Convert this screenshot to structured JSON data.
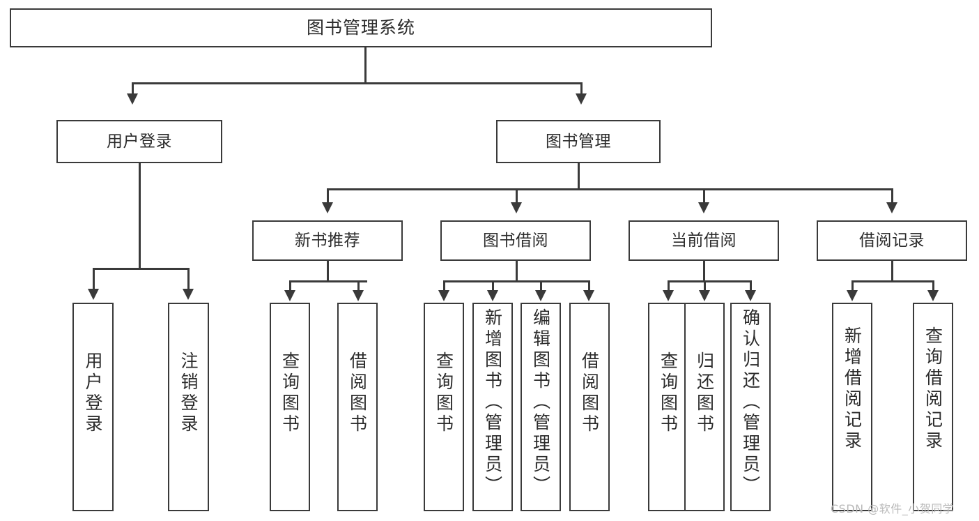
{
  "diagram": {
    "title": "图书管理系统",
    "type": "tree-hierarchy-chart",
    "watermark": "CSDN @软件_小贺同学"
  },
  "nodes": {
    "root": {
      "label": "图书管理系统"
    },
    "level2": [
      {
        "id": "user-login",
        "label": "用户登录"
      },
      {
        "id": "book-manage",
        "label": "图书管理"
      }
    ],
    "level3": [
      {
        "id": "new-book-recommend",
        "label": "新书推荐"
      },
      {
        "id": "book-borrow",
        "label": "图书借阅"
      },
      {
        "id": "current-borrow",
        "label": "当前借阅"
      },
      {
        "id": "borrow-record",
        "label": "借阅记录"
      }
    ],
    "leaves": {
      "user_login": [
        {
          "id": "leaf-user-login",
          "label": "用户登录"
        },
        {
          "id": "leaf-user-logout",
          "label": "注销登录"
        }
      ],
      "new_book_recommend": [
        {
          "id": "leaf-query-book-1",
          "label": "查询图书"
        },
        {
          "id": "leaf-borrow-book-1",
          "label": "借阅图书"
        }
      ],
      "book_borrow": [
        {
          "id": "leaf-query-book-2",
          "label": "查询图书"
        },
        {
          "id": "leaf-add-book",
          "label": "新增图书（管理员）"
        },
        {
          "id": "leaf-edit-book",
          "label": "编辑图书（管理员）"
        },
        {
          "id": "leaf-borrow-book-2",
          "label": "借阅图书"
        }
      ],
      "current_borrow": [
        {
          "id": "leaf-query-book-3",
          "label": "查询图书"
        },
        {
          "id": "leaf-return-book",
          "label": "归还图书"
        },
        {
          "id": "leaf-confirm-return",
          "label": "确认归还（管理员）"
        }
      ],
      "borrow_record": [
        {
          "id": "leaf-add-record",
          "label": "新增借阅记录"
        },
        {
          "id": "leaf-query-record",
          "label": "查询借阅记录"
        }
      ]
    }
  },
  "colors": {
    "stroke": "#3a3a3a",
    "fill": "#ffffff",
    "text": "#2b2b2b",
    "watermark": "#b9b9b9"
  }
}
